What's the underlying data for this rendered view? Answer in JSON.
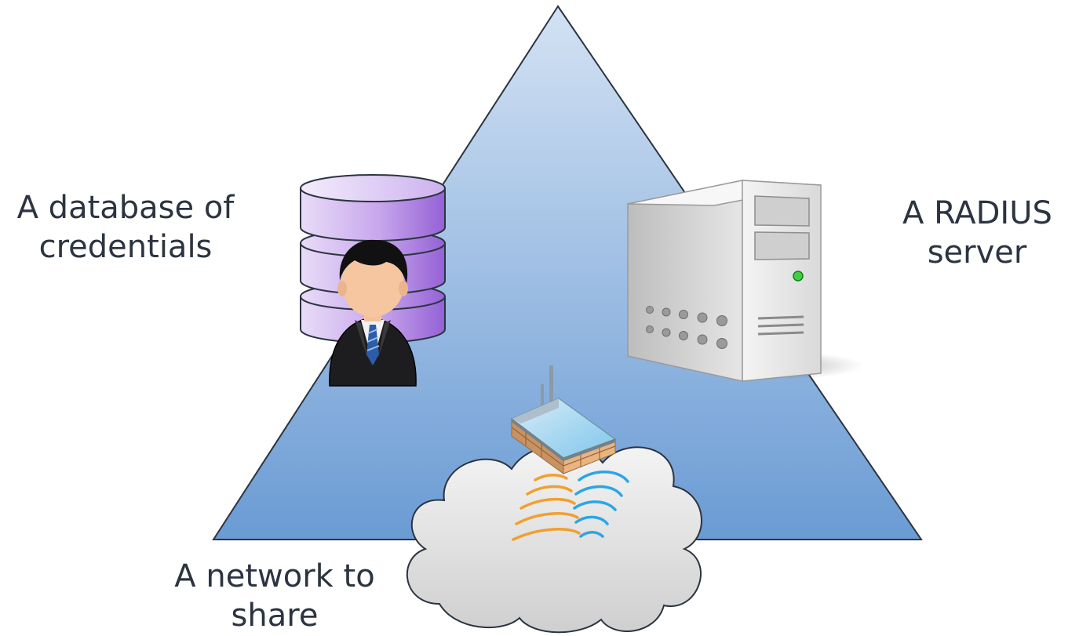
{
  "labels": {
    "database": {
      "line1": "A database of",
      "line2": "credentials"
    },
    "radius": {
      "line1": "A RADIUS",
      "line2": "server"
    },
    "network": {
      "line1": "A network to",
      "line2": "share"
    }
  },
  "icons": [
    "database-icon",
    "user-icon",
    "server-icon",
    "cloud-icon",
    "router-icon",
    "wifi-signal-icon"
  ],
  "colors": {
    "triangle_top": "#c6d8ee",
    "triangle_bottom": "#6f9fd6",
    "database": "#b08be0",
    "server": "#e9e9e9",
    "cloud": "#e4e4e4",
    "wifi_orange": "#f0a030",
    "wifi_blue": "#2aa6e6",
    "text": "#2b3440"
  }
}
